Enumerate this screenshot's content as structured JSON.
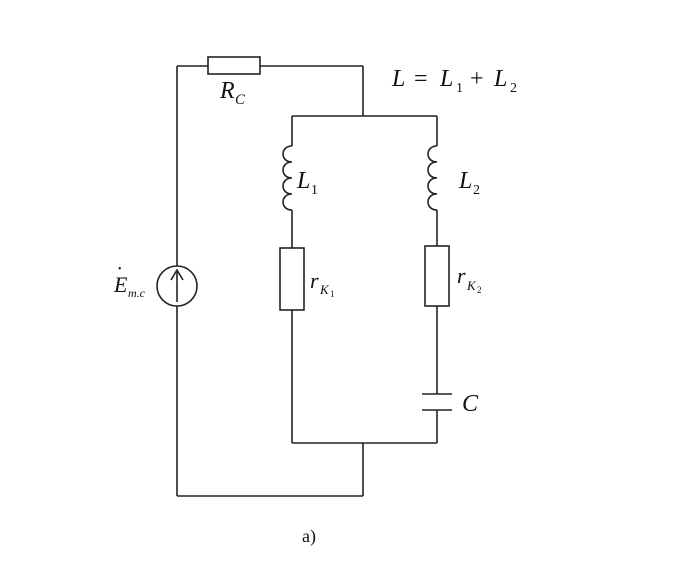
{
  "formula": {
    "lhs": "L",
    "eq": "=",
    "t1": "L",
    "t1_sub": "1",
    "plus": "+",
    "t2": "L",
    "t2_sub": "2"
  },
  "components": {
    "rc": {
      "main": "R",
      "sub": "C"
    },
    "l1": {
      "main": "L",
      "sub": "1"
    },
    "l2": {
      "main": "L",
      "sub": "2"
    },
    "rk1": {
      "main": "r",
      "sub": "K",
      "subsub": "1"
    },
    "rk2": {
      "main": "r",
      "sub": "K",
      "subsub": "2"
    },
    "c": {
      "main": "C"
    },
    "source": {
      "dot": "•",
      "main": "E",
      "sub": "m.c"
    }
  },
  "caption": "a)"
}
